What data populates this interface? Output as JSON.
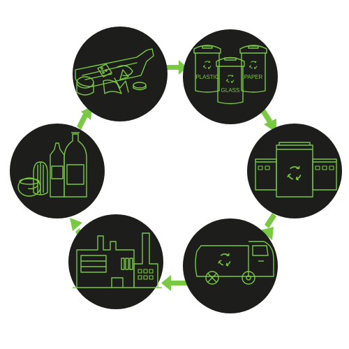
{
  "colors": {
    "circle": "#1d1d1b",
    "line": "#7ac943",
    "arrow": "#7ac943",
    "background": "#ffffff"
  },
  "stages": [
    {
      "id": "waste",
      "icon": "waste-pile-icon"
    },
    {
      "id": "sorting-bins",
      "icon": "recycling-bins-icon",
      "bin_labels": [
        "PLASTIC",
        "GLASS",
        "PAPER"
      ]
    },
    {
      "id": "recycling-plant",
      "icon": "recycling-plant-icon"
    },
    {
      "id": "transport",
      "icon": "recycling-truck-icon"
    },
    {
      "id": "factory",
      "icon": "factory-icon"
    },
    {
      "id": "new-products",
      "icon": "new-products-icon"
    }
  ]
}
